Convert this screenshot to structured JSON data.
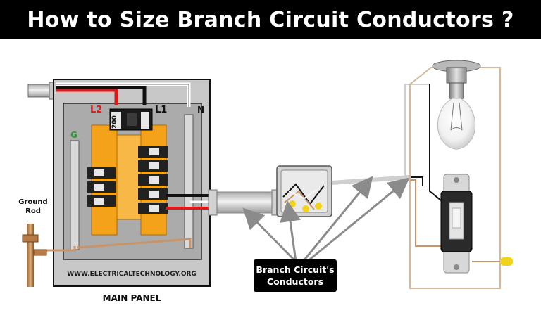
{
  "title": "How to Size Branch Circuit Conductors ?",
  "labels": {
    "l2": "L2",
    "l1": "L1",
    "neutral": "N",
    "ground": "G",
    "breaker_rating": "200",
    "ground_rod_line1": "Ground",
    "ground_rod_line2": "Rod",
    "website": "WWW.ELECTRICALTECHNOLOGY.ORG",
    "main_panel": "MAIN PANEL",
    "callout_line1": "Branch Circuit's",
    "callout_line2": "Conductors"
  },
  "colors": {
    "title_bg": "#000000",
    "busbar": "#f5a21b",
    "panel_box": "#b9b9b9",
    "hot_red": "#e01818",
    "hot_black": "#111111",
    "neutral_white": "#ffffff",
    "ground_copper": "#c8946a",
    "ground_label": "#2e9e3a",
    "wire_nut": "#f2d21a"
  }
}
